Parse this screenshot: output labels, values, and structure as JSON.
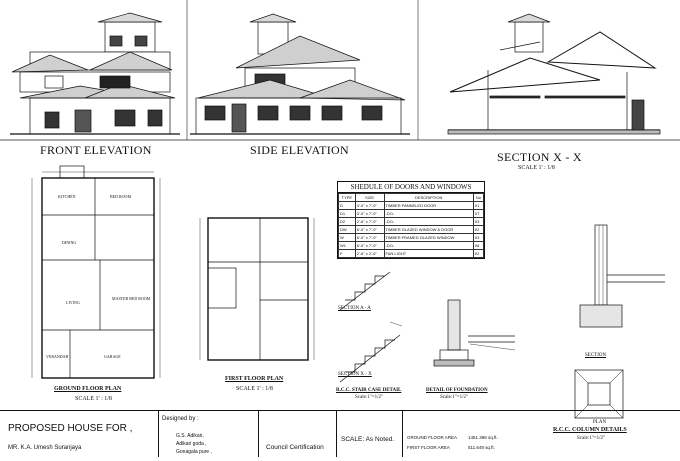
{
  "titles": {
    "front_elevation": "FRONT  ELEVATION",
    "side_elevation": "SIDE  ELEVATION",
    "section": "SECTION  X - X",
    "section_scale": "SCALE 1' : 1/8",
    "ground_floor": "GROUND FLOOR PLAN",
    "ground_scale": "SCALE 1' : 1/8",
    "first_floor": "FIRST FLOOR PLAN",
    "first_scale": "SCALE 1' : 1/8",
    "stair": "R.C.C. STAIR CASE DETAIL",
    "stair_scale": "Scale:1\"=1/2\"",
    "foundation": "DETAIL OF FOUNDATION",
    "foundation_scale": "Scale:1\"=1/2\"",
    "column": "R.C.C. COLUMN DETAILS",
    "column_scale": "Scale:1\"=1/2\"",
    "section_a": "SECTION  A - A",
    "section_b": "SECTION  X - X",
    "column_section": "SECTION",
    "column_plan": "PLAN"
  },
  "schedule": {
    "title": "SHEDULE OF DOORS AND WINDOWS",
    "headers": [
      "TYPE",
      "SIZE",
      "DESCRIPTION",
      "No"
    ],
    "rows": [
      [
        "D",
        "4'-0\" x 7'-0\"",
        "TIMBER PANNELED DOOR",
        "01"
      ],
      [
        "D1",
        "3'-0\" x 7'-0\"",
        "-DO-",
        "07"
      ],
      [
        "D2",
        "2'-6\" x 7'-0\"",
        "-DO-",
        "03"
      ],
      [
        "DW",
        "6'-0\" x 7'-0\"",
        "TIMBER GLAZED WINDOW & DOOR",
        "02"
      ],
      [
        "W",
        "6'-0\" x 7'-0\"",
        "TIMBER FRAMED GLAZED WINDOW",
        "03"
      ],
      [
        "W1",
        "6'-0\" x 7'-0\"",
        "-DO-",
        "08"
      ],
      [
        "F",
        "2'-6\" x 2'-6\"",
        "FAN LIGHT",
        "02"
      ]
    ]
  },
  "title_block": {
    "project": "PROPOSED HOUSE FOR ,",
    "owner": "MR. K.A. Umesh Suranjaya",
    "designed_by": "Designed  by :",
    "designer_1": "G.S. Adikari,",
    "designer_2": "Adikari goda ,",
    "designer_3": "Gonagala pure ,",
    "council": "Council Certification",
    "scale": "SCALE: As Noted.",
    "ground_area_label": "GROUND FLOOR AREA",
    "ground_area_value": "1451.398 sq.ft.",
    "first_area_label": "FIRST FLOOR AREA",
    "first_area_value": "511.649 sq.ft."
  },
  "room_labels": {
    "kitchen": "KITCHEN",
    "bed_room": "BED ROOM",
    "dining": "DINING",
    "living": "LIVING",
    "master_bed": "MASTER BED ROOM",
    "verandah": "VERANDAH",
    "garage": "GARAGE"
  }
}
